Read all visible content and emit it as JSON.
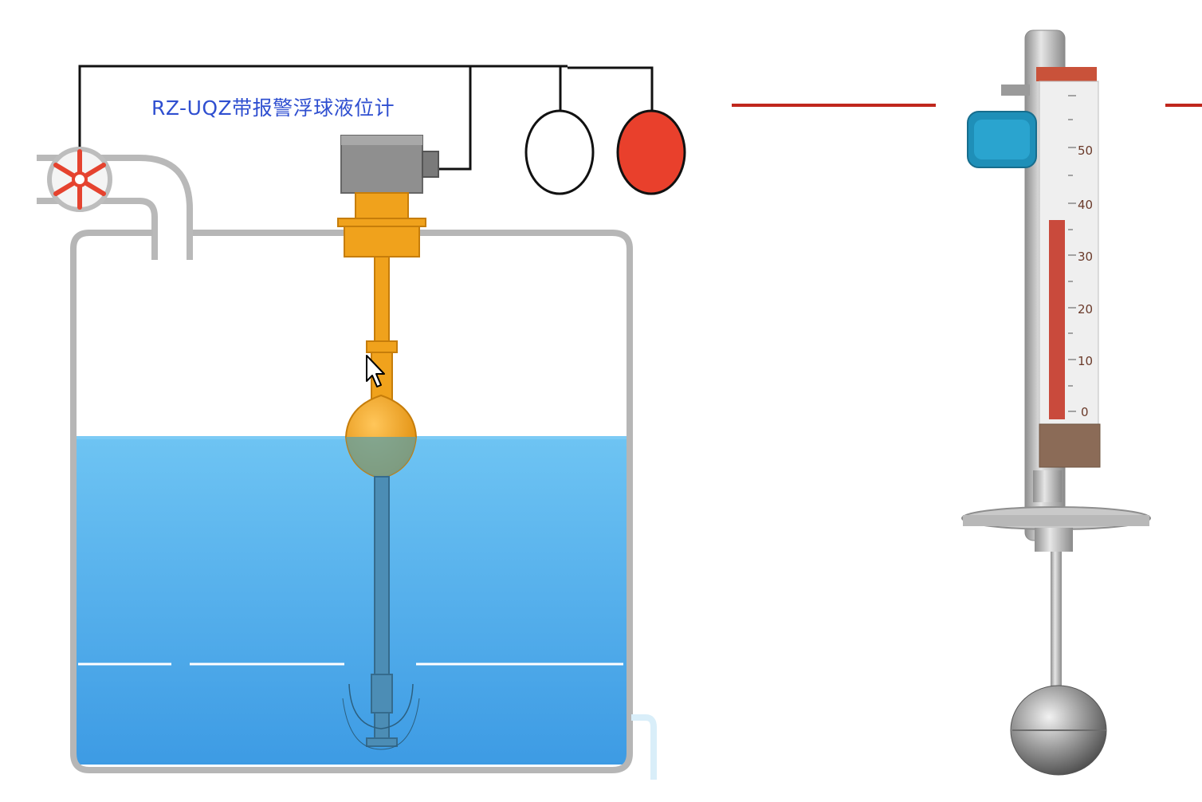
{
  "diagram": {
    "title": "RZ-UQZ带报警浮球液位计",
    "colors": {
      "wire": "#111111",
      "pipe": "#b9b9b9",
      "valve_handle": "#e5432f",
      "tank_wall": "#b6b6b6",
      "liquid": "#5ab8ef",
      "liquid_deep": "#3f9fe6",
      "float_gauge": "#f0a21c",
      "switch_box": "#8f8f8f",
      "alarm_light_off": "#ffffff",
      "alarm_light_on": "#e9402c",
      "connector_line": "#c0271d",
      "title_text": "#2f4fd0"
    },
    "alarm_lights": [
      {
        "state": "off"
      },
      {
        "state": "on"
      }
    ],
    "icons": [
      "valve-icon",
      "mouse-cursor-icon",
      "float-ball-icon",
      "alarm-light-icon"
    ],
    "product_scale_labels": [
      "50",
      "40",
      "30",
      "20",
      "10",
      "0"
    ]
  }
}
